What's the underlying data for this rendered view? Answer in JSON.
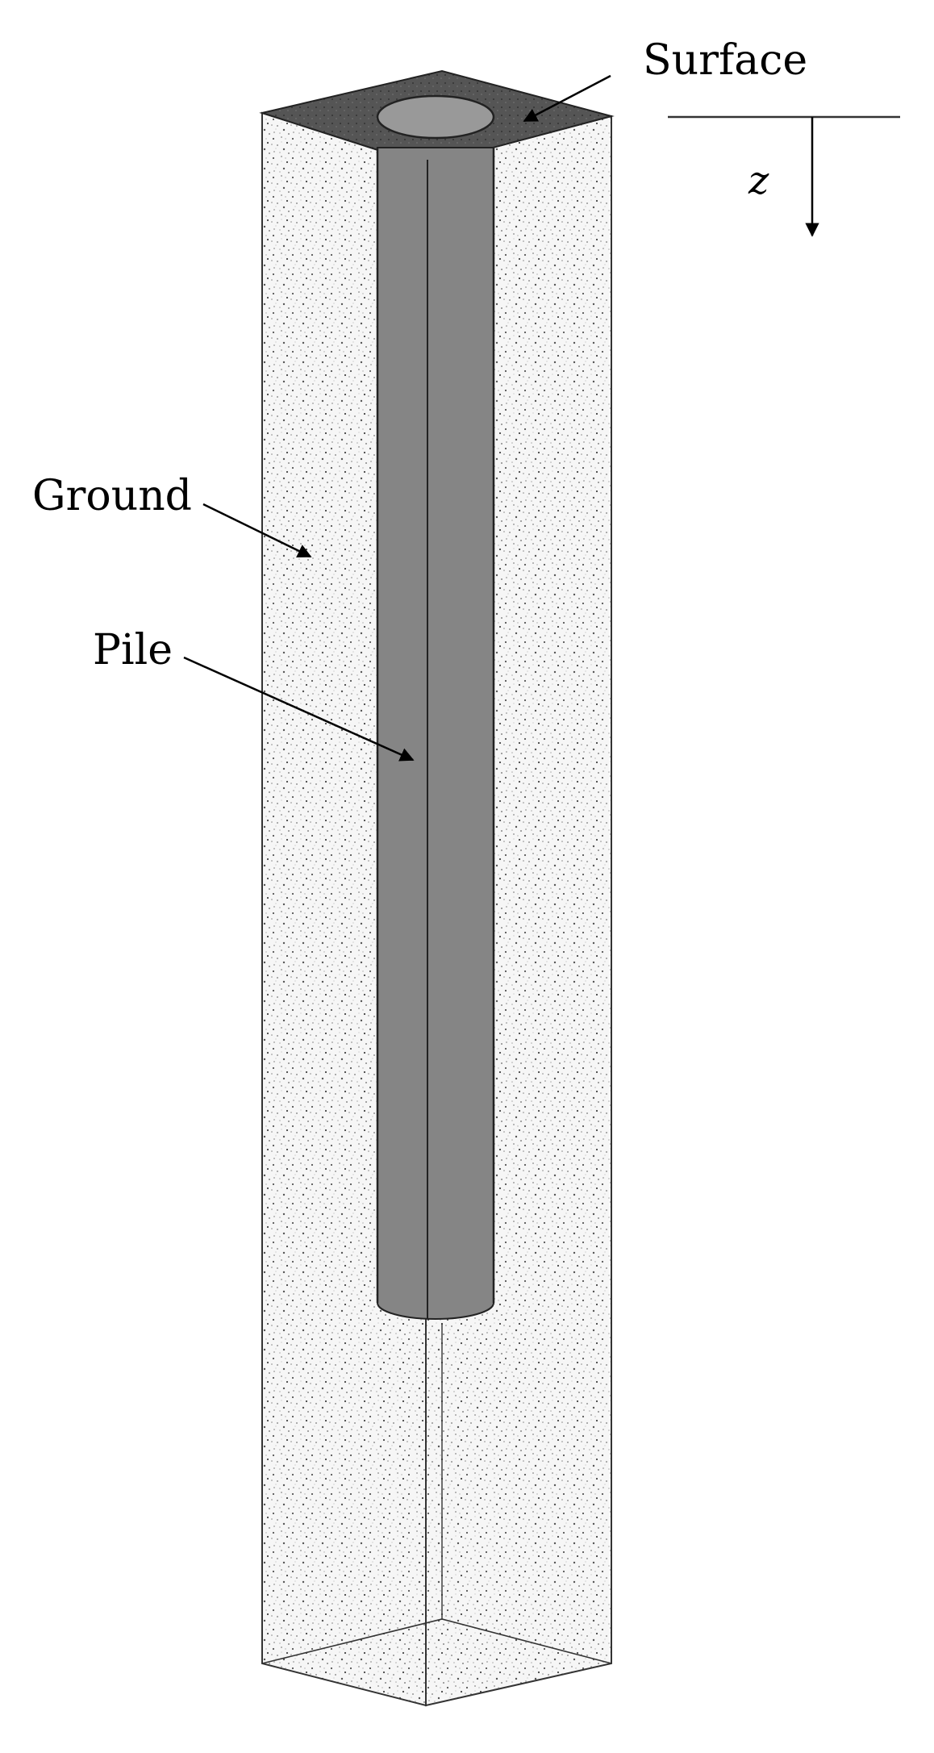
{
  "labels": {
    "surface": "Surface",
    "ground": "Ground",
    "pile": "Pile",
    "depth_axis": "z"
  },
  "colors": {
    "pile_fill": "#858585",
    "surface_fill": "#555555",
    "soil_fill": "#f6f6f6",
    "outline": "#333333"
  }
}
